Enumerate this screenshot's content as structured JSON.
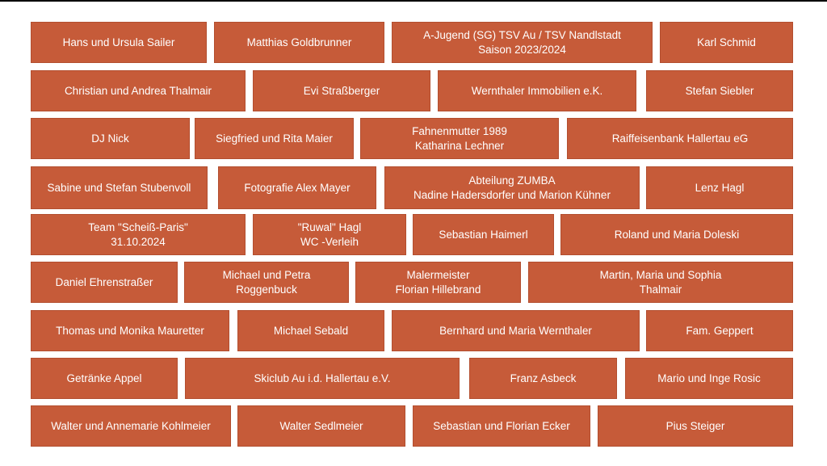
{
  "colors": {
    "brick": "#c65b39",
    "text": "#ffffff",
    "background": "#ffffff"
  },
  "rows": [
    [
      "Hans und Ursula Sailer",
      "Matthias Goldbrunner",
      "A-Jugend (SG) TSV Au / TSV  Nandlstadt\nSaison 2023/2024",
      "Karl Schmid"
    ],
    [
      "Christian und Andrea Thalmair",
      "Evi Straßberger",
      "Wernthaler Immobilien e.K.",
      "Stefan Siebler"
    ],
    [
      "DJ Nick",
      "Siegfried und Rita Maier",
      "Fahnenmutter 1989\nKatharina Lechner",
      "Raiffeisenbank Hallertau eG"
    ],
    [
      "Sabine und Stefan Stubenvoll",
      "Fotografie Alex Mayer",
      "Abteilung ZUMBA\nNadine Hadersdorfer und Marion Kühner",
      "Lenz Hagl"
    ],
    [
      "Team \"Scheiß-Paris\"\n31.10.2024",
      "\"Ruwal\" Hagl\nWC -Verleih",
      "Sebastian Haimerl",
      "Roland und Maria Doleski"
    ],
    [
      "Daniel Ehrenstraßer",
      "Michael und Petra\nRoggenbuck",
      "Malermeister\nFlorian Hillebrand",
      "Martin, Maria und Sophia\nThalmair"
    ],
    [
      "Thomas und Monika Mauretter",
      "Michael Sebald",
      "Bernhard und Maria Wernthaler",
      "Fam. Geppert"
    ],
    [
      "Getränke Appel",
      "Skiclub Au i.d. Hallertau e.V.",
      "Franz Asbeck",
      "Mario und Inge Rosic"
    ],
    [
      "Walter und Annemarie Kohlmeier",
      "Walter Sedlmeier",
      "Sebastian und Florian Ecker",
      "Pius Steiger"
    ]
  ]
}
